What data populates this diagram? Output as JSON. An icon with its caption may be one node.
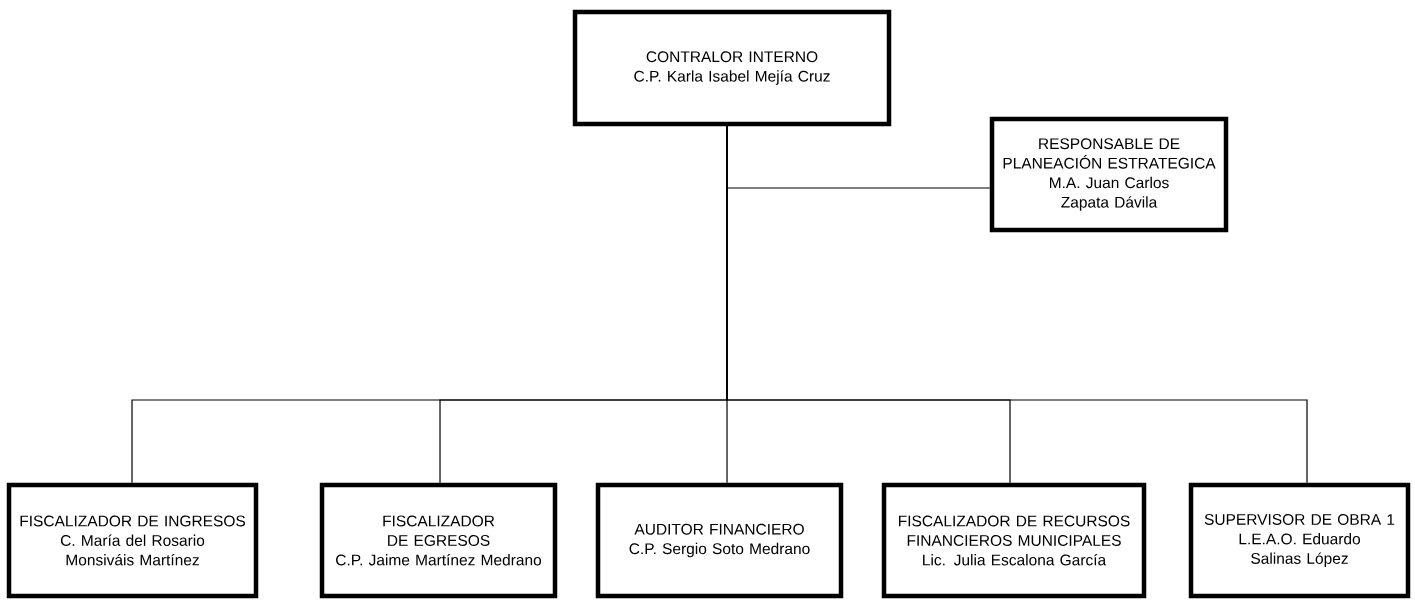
{
  "diagram": {
    "nodes": [
      {
        "text": [
          "CONTRALOR INTERNO",
          "C.P. Karla Isabel Mejía Cruz"
        ]
      },
      {
        "text": [
          "RESPONSABLE DE PLANEACIÓN ESTRATEGICA",
          "M.A. Juan Carlos Zapata Dávila"
        ]
      },
      {
        "text": [
          "FISCALIZADOR DE INGRESOS",
          "C. María del Rosario Monsiváis Martínez"
        ]
      },
      {
        "text": [
          "FISCALIZADOR DE EGRESOS",
          "C.P. Jaime Martínez Medrano"
        ]
      },
      {
        "text": [
          "AUDITOR FINANCIERO",
          "C.P. Sergio Soto Medrano"
        ]
      },
      {
        "text": [
          "FISCALIZADOR DE RECURSOS FINANCIEROS MUNICIPALES",
          "Lic. Julia Escalona García"
        ]
      },
      {
        "text": [
          "SUPERVISOR DE OBRA 1",
          "L.E.A.O. Eduardo Salinas López"
        ]
      }
    ],
    "edges": [
      {
        "from": 0,
        "to": 1,
        "arrow": "none"
      },
      {
        "from": 0,
        "to": 2,
        "arrow": "none"
      },
      {
        "from": 0,
        "to": 3,
        "arrow": "none"
      },
      {
        "from": 0,
        "to": 4,
        "arrow": "none"
      },
      {
        "from": 0,
        "to": 5,
        "arrow": "none"
      },
      {
        "from": 0,
        "to": 6,
        "arrow": "none"
      }
    ]
  }
}
